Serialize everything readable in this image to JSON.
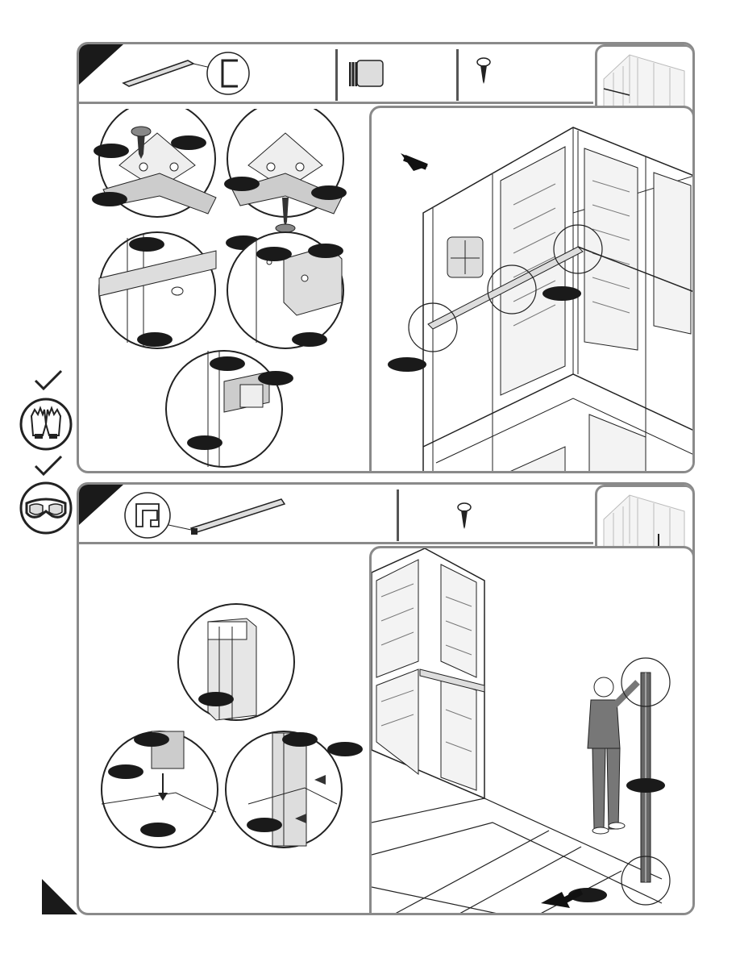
{
  "steps": [
    {
      "number": "",
      "parts": [
        "rail-channel",
        "square-cap",
        "screw"
      ]
    },
    {
      "number": "",
      "parts": [
        "corner-post-profile",
        "corner-post",
        "screw"
      ]
    }
  ],
  "safety": {
    "icons": [
      "gloves-icon",
      "goggles-icon"
    ]
  },
  "colors": {
    "border": "#8a8a8a",
    "label": "#1a1a1a",
    "line": "#222222"
  }
}
